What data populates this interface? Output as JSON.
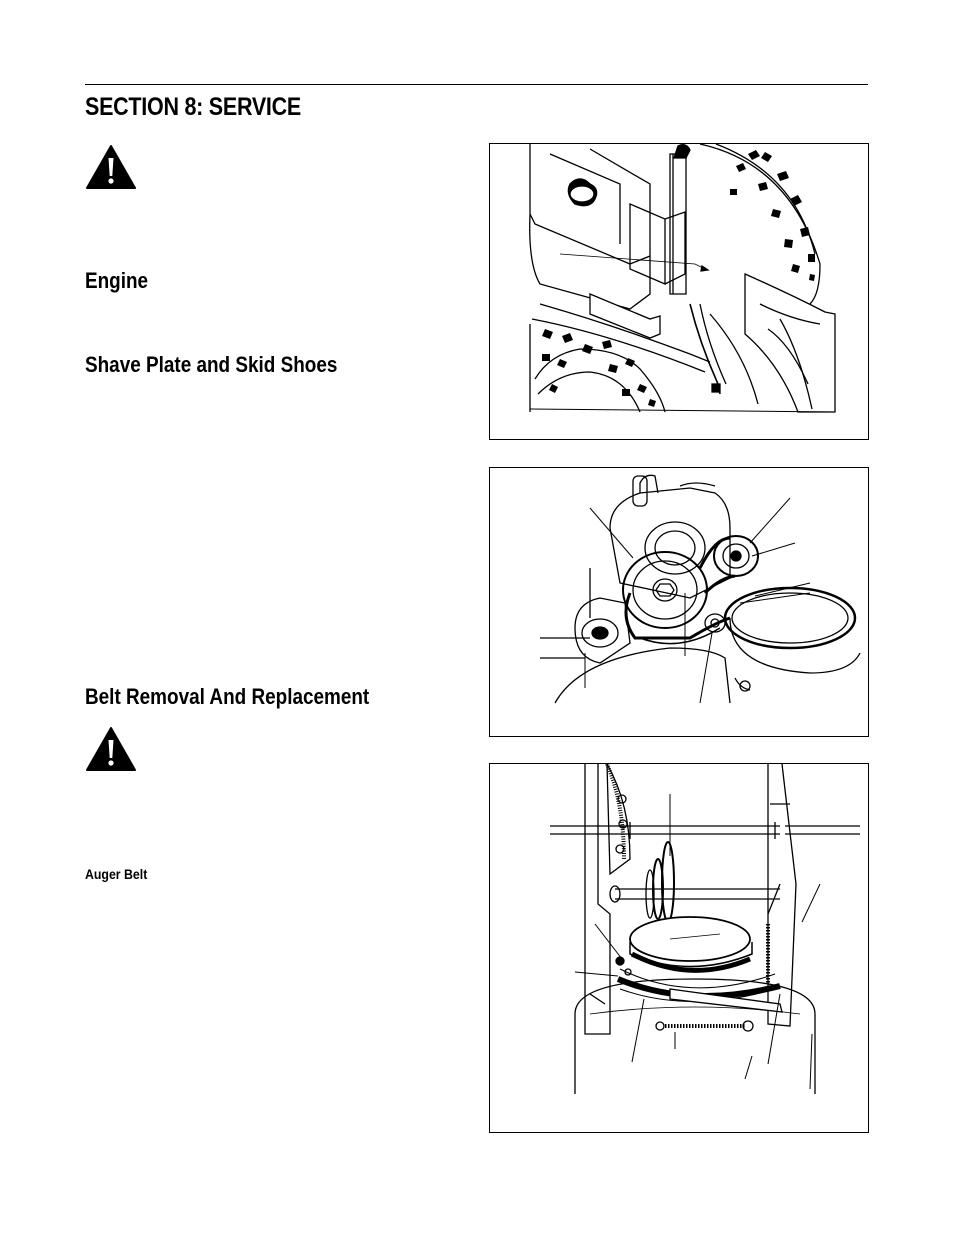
{
  "section": {
    "title": "SECTION 8:  SERVICE"
  },
  "headings": {
    "engine": "Engine",
    "shave_plate": "Shave Plate and Skid Shoes",
    "belt_removal": "Belt Removal And Replacement",
    "auger_belt": "Auger Belt"
  },
  "icons": {
    "warning_top": "warning-triangle",
    "warning_belt": "warning-triangle"
  },
  "figures": {
    "figure_1": "engine and tire illustration",
    "figure_2": "belt and pulley illustration",
    "figure_3": "auger pulley and frame illustration"
  }
}
